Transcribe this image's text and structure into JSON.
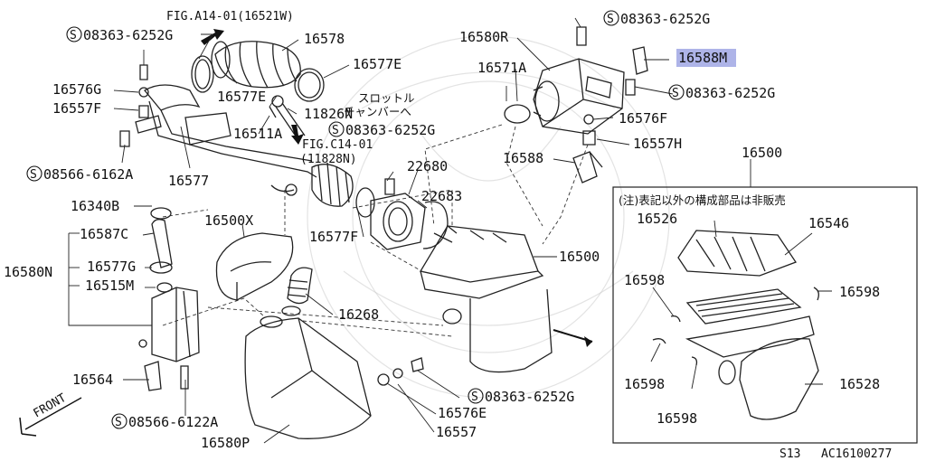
{
  "labels": {
    "fig_a14": "FIG.A14-01(16521W)",
    "fig_c14_line1": "FIG.C14-01",
    "fig_c14_line2": "(11828N)",
    "throttle_note_line1": "スロットル",
    "throttle_note_line2": "チャンバーへ",
    "kit_note": "(注)表記以外の構成部品は非販売",
    "s_08363_top_left": "08363-6252G",
    "s_08363_top_right": "08363-6252G",
    "s_08363_right": "08363-6252G",
    "s_08363_mid": "08363-6252G",
    "s_08363_bottom": "08363-6252G",
    "s_08566_6162A": "08566-6162A",
    "s_08566_6122A": "08566-6122A",
    "p16578": "16578",
    "p16577E_top": "16577E",
    "p16577E_mid": "16577E",
    "p16576G": "16576G",
    "p16557F": "16557F",
    "p11826N": "11826N",
    "p16511A": "16511A",
    "p16577": "16577",
    "p16340B": "16340B",
    "p16587C": "16587C",
    "p16580N": "16580N",
    "p16577G": "16577G",
    "p16515M": "16515M",
    "p16564": "16564",
    "p16580P": "16580P",
    "p16557_bottom": "16557",
    "p16576E": "16576E",
    "p16268": "16268",
    "p16500X": "16500X",
    "p16577F": "16577F",
    "p22680": "22680",
    "p22683": "22683",
    "p16500_mid": "16500",
    "p16500_box": "16500",
    "p16580R": "16580R",
    "p16571A": "16571A",
    "p16588M": "16588M",
    "p16576F": "16576F",
    "p16557H": "16557H",
    "p16588": "16588",
    "p16526": "16526",
    "p16546": "16546",
    "p16598_a": "16598",
    "p16598_b": "16598",
    "p16598_c": "16598",
    "p16598_d": "16598",
    "p16528": "16528",
    "front": "FRONT",
    "page_code": "S13",
    "diagram_id": "AC16100277"
  },
  "symbols": {
    "screw_mark": "S"
  },
  "colors": {
    "highlight": "#aeb4e8",
    "line": "#222222",
    "watermark": "#cccccc"
  }
}
